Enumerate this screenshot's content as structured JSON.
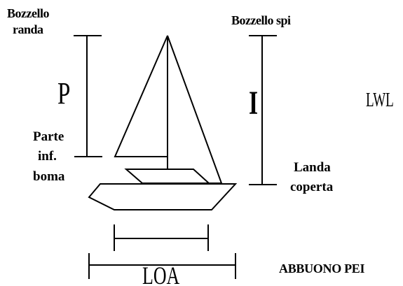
{
  "labels": {
    "bozzello_randa_1": "Bozzello",
    "bozzello_randa_2": "randa",
    "bozzello_spi": "Bozzello spi",
    "p": "P",
    "i": "I",
    "lwl": "LWL",
    "parte_1": "Parte",
    "parte_2": "inf.",
    "parte_3": "boma",
    "landa_1": "Landa",
    "landa_2": "coperta",
    "loa": "LOA",
    "abbuono": "ABBUONO PEI"
  },
  "colors": {
    "stroke": "#000000",
    "background": "#ffffff"
  }
}
